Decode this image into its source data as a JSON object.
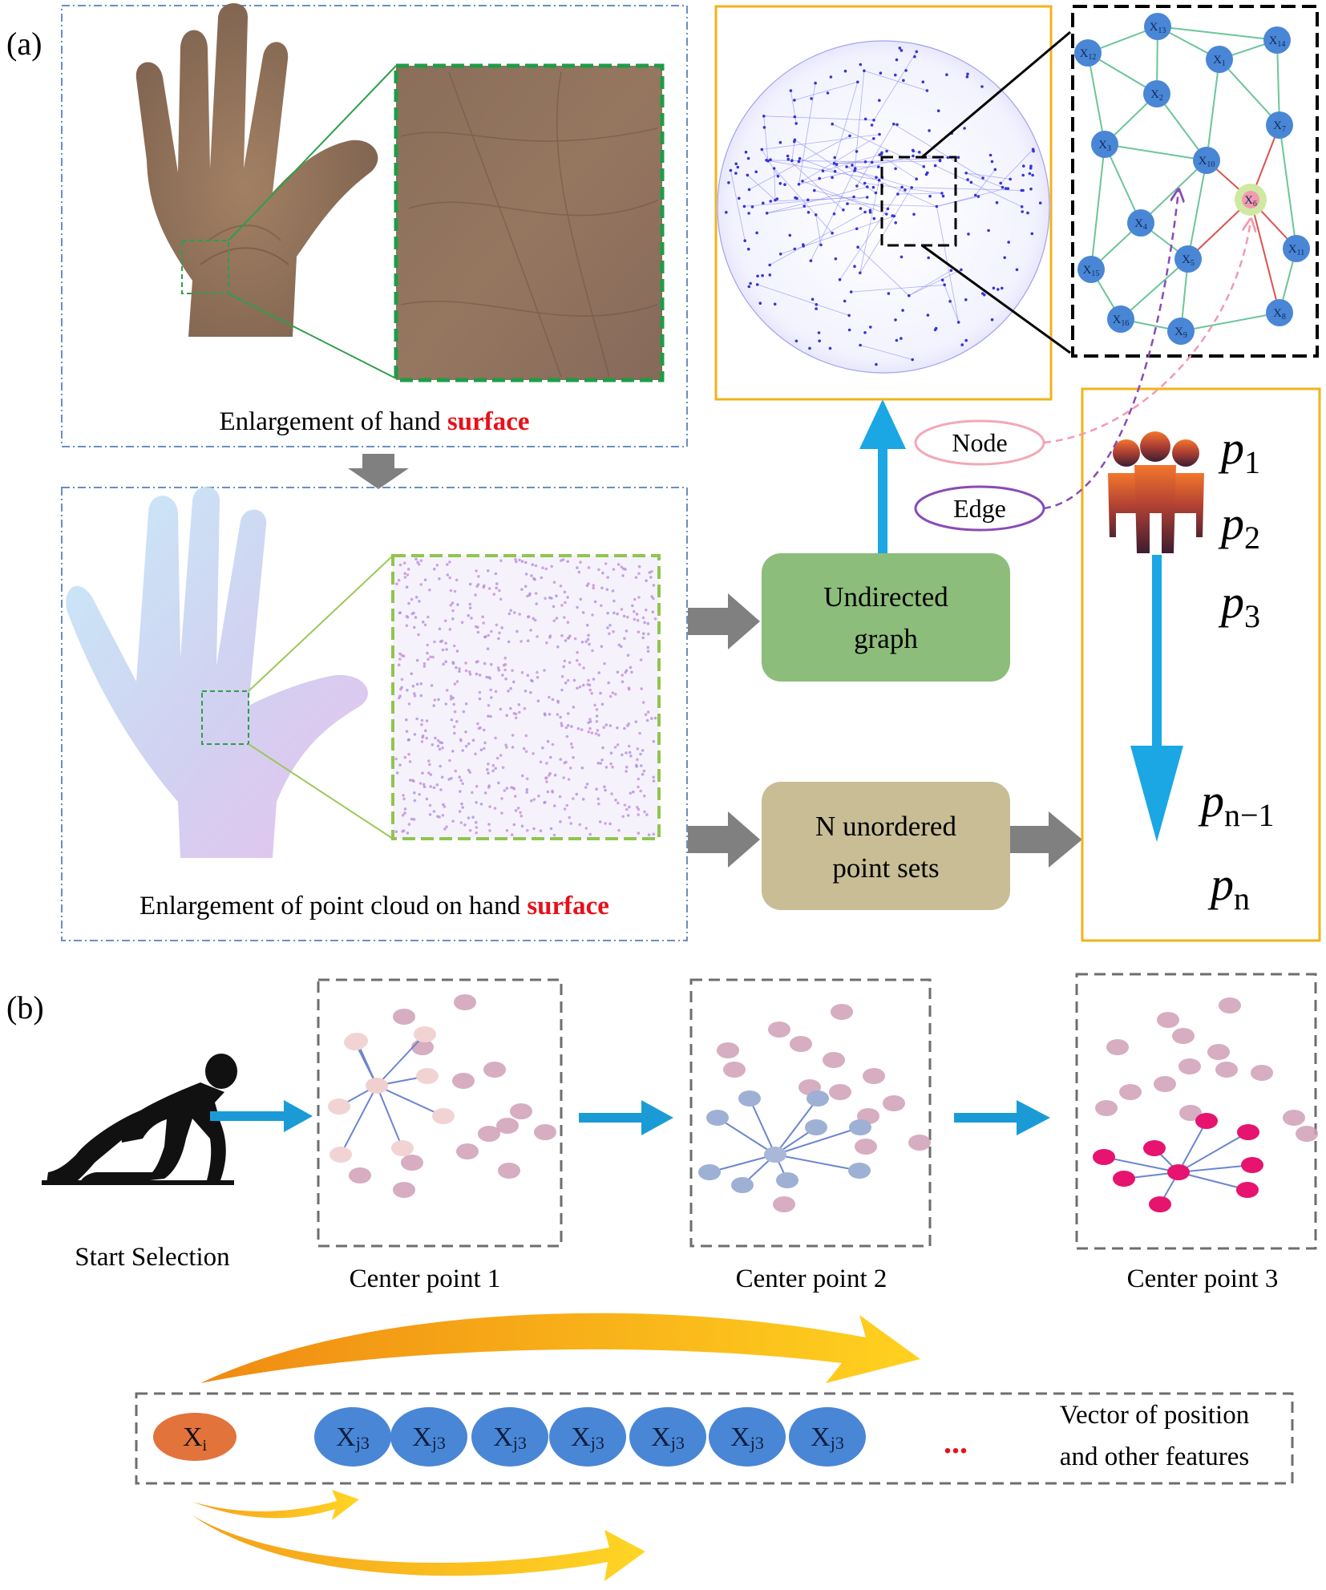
{
  "panel_a": {
    "label": "(a)",
    "hand_caption": {
      "prefix": "Enlargement of hand ",
      "highlight": "surface"
    },
    "cloud_caption": {
      "prefix": "Enlargement of point cloud on hand ",
      "highlight": "surface"
    },
    "undirected_graph": {
      "line1": "Undirected",
      "line2": "graph"
    },
    "point_sets": {
      "line1": "N unordered",
      "line2": "point sets"
    },
    "node_label": "Node",
    "edge_label": "Edge",
    "points": [
      "p1",
      "p2",
      "p3",
      "pn−1",
      "pn"
    ],
    "graph_nodes": [
      "X13",
      "X14",
      "X12",
      "X1",
      "X2",
      "X7",
      "X3",
      "X10",
      "X6",
      "X4",
      "X5",
      "X11",
      "X15",
      "X16",
      "X9",
      "X8"
    ]
  },
  "panel_b": {
    "label": "(b)",
    "start": "Start Selection",
    "centers": [
      "Center point 1",
      "Center point 2",
      "Center point 3"
    ],
    "vector": {
      "first": "Xi",
      "items": [
        "Xj3",
        "Xj3",
        "Xj3",
        "Xj3",
        "Xj3",
        "Xj3",
        "Xj3"
      ],
      "ellipsis": "...",
      "caption_line1": "Vector of position",
      "caption_line2": "and other features"
    }
  },
  "colors": {
    "gold_frame": "#f2b31b",
    "blue_frame": "#6a8ec2",
    "green_box": "#8cbd7b",
    "tan_box": "#c8bd95",
    "arrow_blue": "#1aa7e3",
    "arrow_gray": "#808080",
    "node_blue": "#4a86d6",
    "highlight_red": "#e8101a",
    "magenta": "#e6136f"
  }
}
